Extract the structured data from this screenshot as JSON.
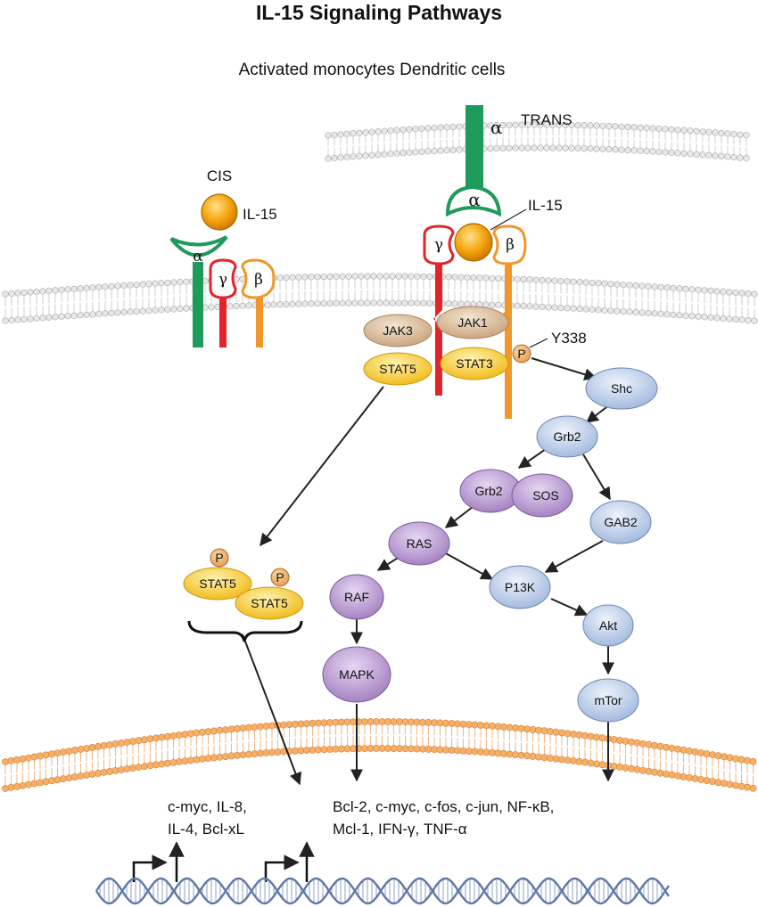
{
  "title": "IL-15 Signaling Pathways",
  "subtitle": "Activated monocytes Dendritic cells",
  "cis": {
    "label": "CIS",
    "ligand": "IL-15",
    "alpha": "α",
    "gamma": "γ",
    "beta": "β"
  },
  "trans": {
    "label": "TRANS",
    "ligand": "IL-15",
    "alpha_top": "α",
    "alpha": "α",
    "gamma": "γ",
    "beta": "β"
  },
  "kinases": {
    "jak3": "JAK3",
    "jak1": "JAK1",
    "stat5": "STAT5",
    "stat3": "STAT3",
    "phospho": "P",
    "site": "Y338"
  },
  "dimer": {
    "stat5_a": "STAT5",
    "stat5_b": "STAT5",
    "p_a": "P",
    "p_b": "P"
  },
  "pathway": {
    "shc": "Shc",
    "grb2": "Grb2",
    "grb2_complex": "Grb2",
    "sos": "SOS",
    "gab2": "GAB2",
    "ras": "RAS",
    "p13k": "P13K",
    "raf": "RAF",
    "akt": "Akt",
    "mapk": "MAPK",
    "mtor": "mTor"
  },
  "genes": {
    "stat_line1": "c-myc, IL-8,",
    "stat_line2": "IL-4, Bcl-xL",
    "main_line1": "Bcl-2, c-myc, c-fos, c-jun, NF-κB,",
    "main_line2": "Mcl-1, IFN-γ, TNF-α"
  },
  "colors": {
    "alpha_green": "#1e9a5a",
    "gamma_red": "#e0262a",
    "beta_orange": "#f0962a",
    "il15_orange": "#f5a50f",
    "jak_tan": "#d4b28c",
    "stat_yellow": "#f5c21e",
    "node_blue": "#b9cbe8",
    "node_purple": "#b18fcc",
    "nuclear_membrane": "#f2a55a",
    "dna": "#7b93bf"
  }
}
